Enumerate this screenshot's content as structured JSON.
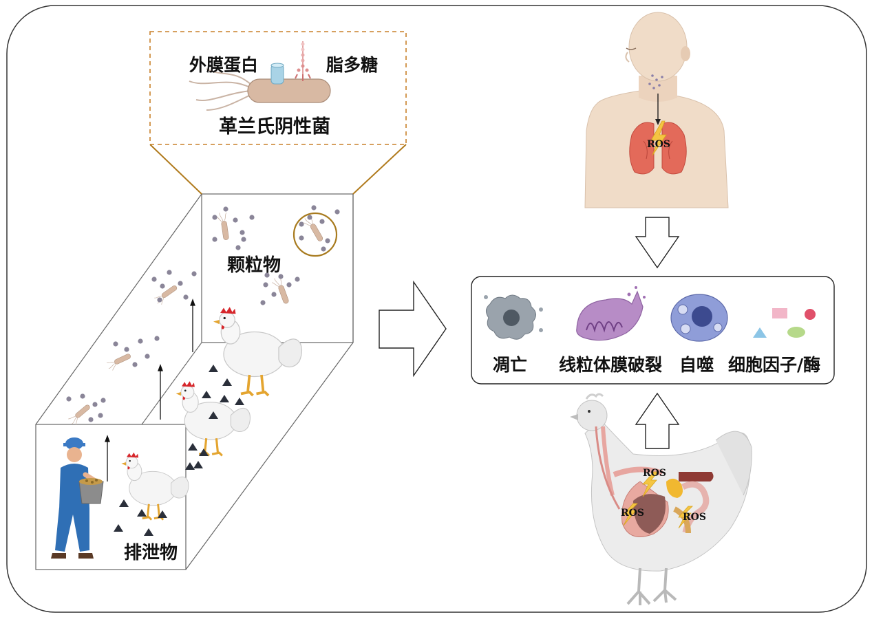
{
  "labels": {
    "omp": "外膜蛋白",
    "lps": "脂多糖",
    "gram_negative": "革兰氏阴性菌",
    "particulate": "颗粒物",
    "excreta": "排泄物"
  },
  "effects": [
    {
      "label": "凋亡"
    },
    {
      "label": "线粒体膜破裂"
    },
    {
      "label": "自噬"
    },
    {
      "label": "细胞因子/酶"
    }
  ],
  "ros": {
    "human": "ROS",
    "chicken_top": "ROS",
    "chicken_left": "ROS",
    "chicken_right": "ROS"
  },
  "colors": {
    "frame": "#333333",
    "dashed_box": "#c8802a",
    "leader_lines": "#b07a1c",
    "particle": "#8a8598",
    "bacterium": "#d8b9a3",
    "circle_highlight": "#a87b1f",
    "human_skin": "#f0dcc8",
    "lung": "#e36a5a",
    "chicken_white": "#f5f5f5",
    "comb": "#d6262b",
    "worker_blue": "#2f6fb5"
  }
}
